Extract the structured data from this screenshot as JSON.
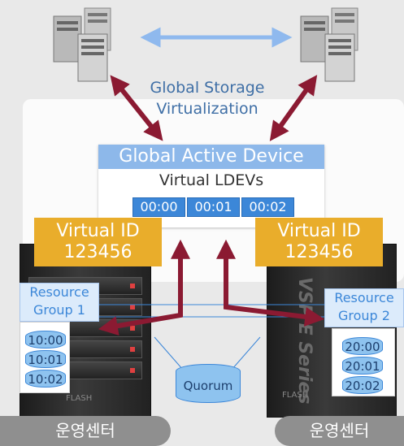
{
  "storage_label": {
    "line1": "Global Storage",
    "line2": "Virtualization"
  },
  "gad": {
    "title": "Global Active Device",
    "subtitle": "Virtual LDEVs",
    "ldevs": [
      "00:00",
      "00:01",
      "00:02"
    ]
  },
  "virtual_id": {
    "left_label": "Virtual ID",
    "left_number": "123456",
    "right_label": "Virtual ID",
    "right_number": "123456"
  },
  "resource_groups": {
    "left": {
      "line1": "Resource",
      "line2": "Group 1",
      "volumes": [
        "10:00",
        "10:01",
        "10:02"
      ]
    },
    "right": {
      "line1": "Resource",
      "line2": "Group 2",
      "volumes": [
        "20:00",
        "20:01",
        "20:02"
      ]
    }
  },
  "quorum": "Quorum",
  "storage_brand": "VSP E Series",
  "flash_label": "FLASH",
  "data_centers": {
    "left": "운영센터",
    "right": "운영센터"
  },
  "colors": {
    "arrow": "#8b1a32",
    "sync_arrow": "#8fb9ee",
    "id_box": "#e9ad2b",
    "ldev": "#3c87d8",
    "header": "#8db8ea"
  }
}
